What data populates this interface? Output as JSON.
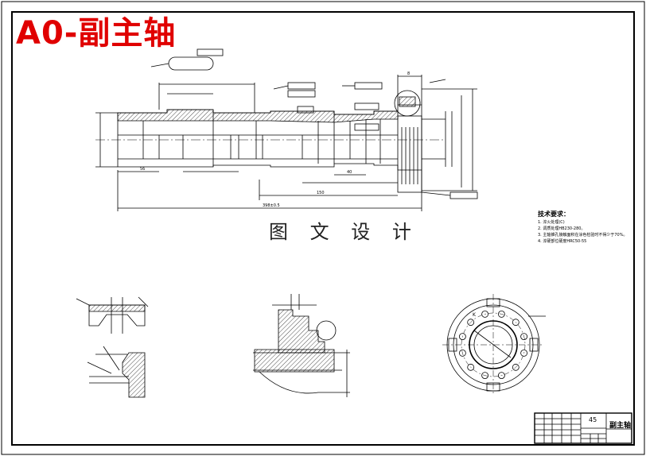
{
  "drawing": {
    "overlay_title": "A0-副主轴",
    "watermark": "图 文 设 计",
    "overlay_color": "#e00000"
  },
  "technical_requirements": {
    "title": "技术要求：",
    "items": [
      "1. 淬火处理(C)",
      "2. 调质处理HB230-280。",
      "3. 主轴锥孔接触面积在涂色检验时不得少于70%。",
      "4. 淬硬部位硬度HRC50-55"
    ]
  },
  "title_block": {
    "material": "45",
    "part_name": "副主轴"
  },
  "dimensions": {
    "overall_length": "398±0.5",
    "secondary_length": "150",
    "length_56": "56",
    "length_40": "40",
    "length_8": "8",
    "keyway_label": "K"
  }
}
